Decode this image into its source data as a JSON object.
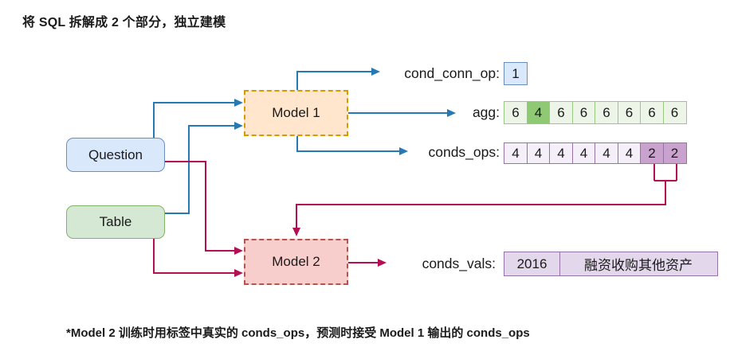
{
  "title": "将 SQL 拆解成 2 个部分，独立建模",
  "footnote": "*Model 2 训练时用标签中真实的 conds_ops，预测时接受 Model 1 输出的 conds_ops",
  "nodes": {
    "question": {
      "label": "Question"
    },
    "table": {
      "label": "Table"
    },
    "model1": {
      "label": "Model 1"
    },
    "model2": {
      "label": "Model 2"
    }
  },
  "outputs": {
    "cond_conn_op": {
      "label": "cond_conn_op:",
      "value": "1"
    },
    "agg": {
      "label": "agg:",
      "values": [
        "6",
        "4",
        "6",
        "6",
        "6",
        "6",
        "6",
        "6"
      ],
      "highlights": [
        1
      ]
    },
    "conds_ops": {
      "label": "conds_ops:",
      "values": [
        "4",
        "4",
        "4",
        "4",
        "4",
        "4",
        "2",
        "2"
      ],
      "highlights": [
        6,
        7
      ]
    },
    "conds_vals": {
      "label": "conds_vals:",
      "values": [
        "2016",
        "融资收购其他资产"
      ]
    }
  },
  "colors": {
    "arrow-blue": "#2579B5",
    "arrow-red": "#B50F54",
    "question-fill": "#DAE8FC",
    "question-border": "#6C8EBF",
    "table-fill": "#D5E8D4",
    "table-border": "#82B366",
    "model1-fill": "#FFE6CC",
    "model1-border": "#D79B00",
    "model2-fill": "#F8CECC",
    "model2-border": "#B85450",
    "agg-fill": "#ECF5E7",
    "agg-border": "#99C980",
    "agg-hl": "#8FC973",
    "ops-fill": "#F4EFF9",
    "ops-border": "#9673A6",
    "ops-hl": "#C9A2CE",
    "vals-fill": "#E2D7EB",
    "vals-border": "#9673A6"
  }
}
